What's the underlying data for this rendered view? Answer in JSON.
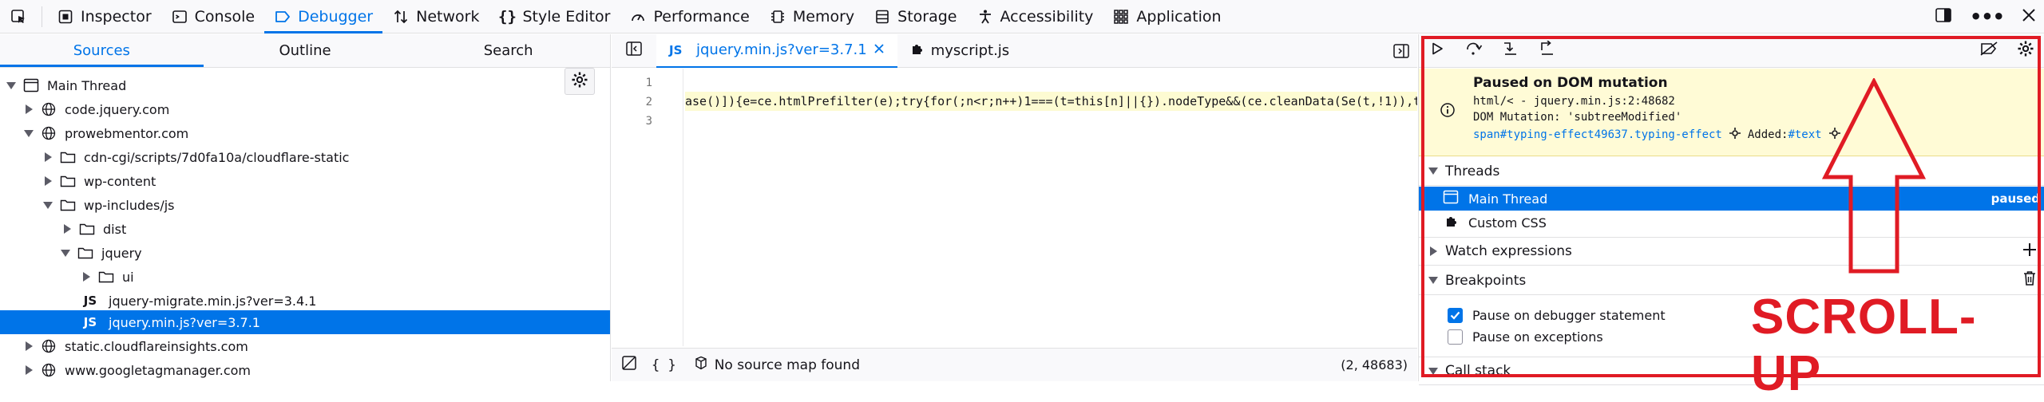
{
  "toolbar": {
    "tabs": [
      {
        "label": "Inspector",
        "icon": "inspector-icon"
      },
      {
        "label": "Console",
        "icon": "console-icon"
      },
      {
        "label": "Debugger",
        "icon": "debugger-icon",
        "active": true
      },
      {
        "label": "Network",
        "icon": "network-icon"
      },
      {
        "label": "Style Editor",
        "icon": "style-editor-icon"
      },
      {
        "label": "Performance",
        "icon": "performance-icon"
      },
      {
        "label": "Memory",
        "icon": "memory-icon"
      },
      {
        "label": "Storage",
        "icon": "storage-icon"
      },
      {
        "label": "Accessibility",
        "icon": "accessibility-icon"
      },
      {
        "label": "Application",
        "icon": "application-icon"
      }
    ],
    "accent_color": "#0074e8"
  },
  "sources": {
    "tabs": [
      "Sources",
      "Outline",
      "Search"
    ],
    "tree": [
      {
        "label": "Main Thread",
        "icon": "window-icon"
      },
      {
        "label": "code.jquery.com",
        "icon": "globe-icon"
      },
      {
        "label": "prowebmentor.com",
        "icon": "globe-icon"
      },
      {
        "label": "cdn-cgi/scripts/7d0fa10a/cloudflare-static",
        "icon": "folder-icon"
      },
      {
        "label": "wp-content",
        "icon": "folder-icon"
      },
      {
        "label": "wp-includes/js",
        "icon": "folder-icon"
      },
      {
        "label": "dist",
        "icon": "folder-icon"
      },
      {
        "label": "jquery",
        "icon": "folder-icon"
      },
      {
        "label": "ui",
        "icon": "folder-icon"
      },
      {
        "label": "jquery-migrate.min.js?ver=3.4.1",
        "icon": "js-file-icon"
      },
      {
        "label": "jquery.min.js?ver=3.7.1",
        "icon": "js-file-icon"
      },
      {
        "label": "static.cloudflareinsights.com",
        "icon": "globe-icon"
      },
      {
        "label": "www.googletagmanager.com",
        "icon": "globe-icon"
      }
    ]
  },
  "editor": {
    "tabs": [
      {
        "label": "jquery.min.js?ver=3.7.1",
        "icon": "js-file-icon",
        "active": true
      },
      {
        "label": "myscript.js",
        "icon": "extension-icon"
      }
    ],
    "line_numbers": [
      "1",
      "2",
      "3"
    ],
    "code_line": "ase()]){e=ce.htmlPrefilter(e);try{for(;n<r;n++)1===(t=this[n]||{}).nodeType&&(ce.cleanData(Se(t,!1)),t.innerHTML=e)",
    "footer": {
      "braces": "{ }",
      "source_map": "No source map found",
      "position": "(2, 48683)"
    }
  },
  "debugger": {
    "pause": {
      "title": "Paused on DOM mutation",
      "location": "html/< - jquery.min.js:2:48682",
      "mutation": "DOM Mutation: 'subtreeModified'",
      "target": "span#typing-effect49637.typing-effect",
      "added_label": "Added:",
      "added_value": "#text"
    },
    "threads_header": "Threads",
    "threads": [
      {
        "label": "Main Thread",
        "badge": "paused"
      },
      {
        "label": "Custom CSS"
      }
    ],
    "watch_header": "Watch expressions",
    "breakpoints_header": "Breakpoints",
    "breakpoints": [
      {
        "label": "Pause on debugger statement",
        "checked": true
      },
      {
        "label": "Pause on exceptions",
        "checked": false
      }
    ],
    "callstack_header": "Call stack"
  },
  "annotation": {
    "text": "SCROLL-UP",
    "color": "#e01b24"
  }
}
